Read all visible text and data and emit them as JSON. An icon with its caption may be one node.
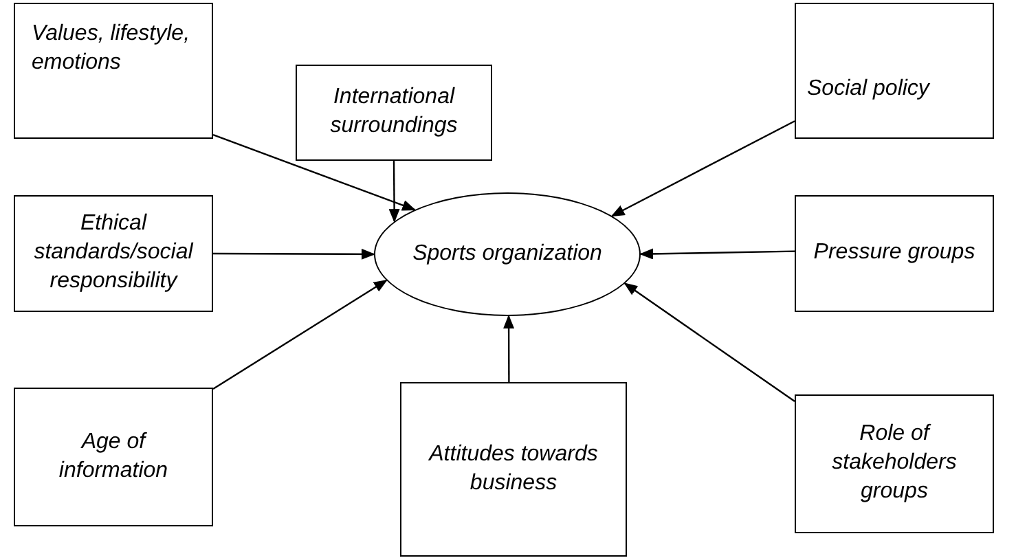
{
  "diagram": {
    "nodes": [
      {
        "text": [
          "Values, lifestyle, emotions"
        ]
      },
      {
        "text": [
          "International surroundings"
        ]
      },
      {
        "text": [
          "Social policy"
        ]
      },
      {
        "text": [
          "Ethical standards/social responsibility"
        ]
      },
      {
        "text": [
          "Sports organization"
        ]
      },
      {
        "text": [
          "Pressure groups"
        ]
      },
      {
        "text": [
          "Age of information"
        ]
      },
      {
        "text": [
          "Attitudes towards business"
        ]
      },
      {
        "text": [
          "Role of stakeholders groups"
        ]
      }
    ],
    "edges": [
      {
        "from": 0,
        "to": 4,
        "arrow": "to"
      },
      {
        "from": 1,
        "to": 4,
        "arrow": "to"
      },
      {
        "from": 2,
        "to": 4,
        "arrow": "to"
      },
      {
        "from": 3,
        "to": 4,
        "arrow": "to"
      },
      {
        "from": 5,
        "to": 4,
        "arrow": "to"
      },
      {
        "from": 6,
        "to": 4,
        "arrow": "to"
      },
      {
        "from": 7,
        "to": 4,
        "arrow": "to"
      },
      {
        "from": 8,
        "to": 4,
        "arrow": "to"
      }
    ]
  }
}
